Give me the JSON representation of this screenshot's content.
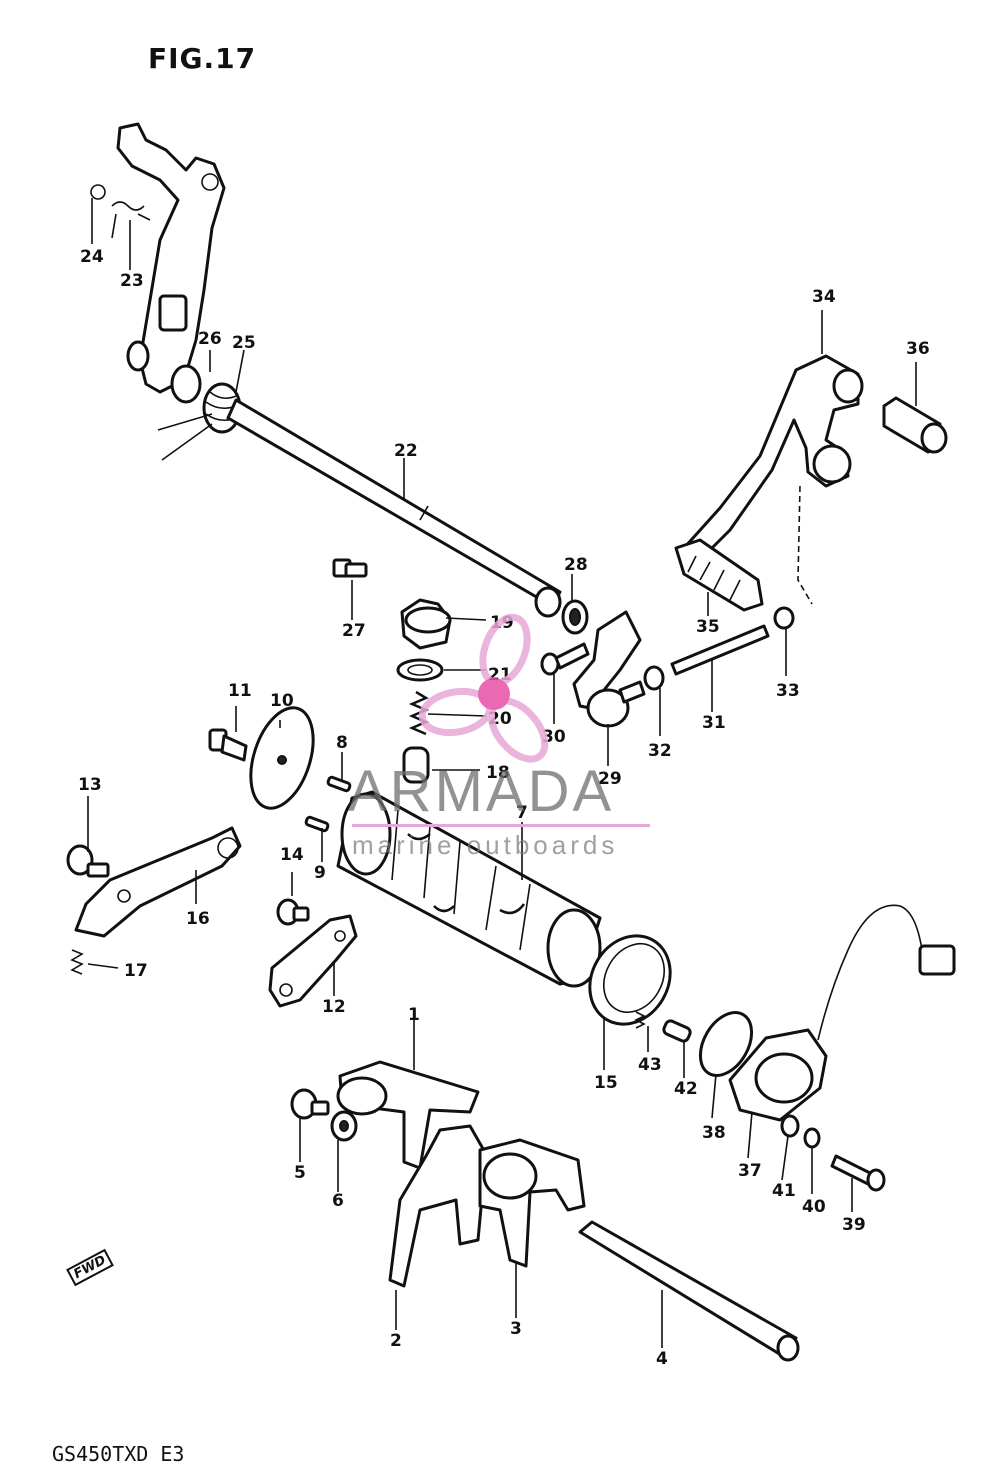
{
  "figure": {
    "title": "FIG.17",
    "model_code": "GS450TXD E3",
    "fwd_label": "FWD"
  },
  "watermark": {
    "brand": "ARMADA",
    "tagline": "marine outboards",
    "colors": {
      "logo": "#e7a8d6",
      "logo_center": "#e84fa6",
      "text": "#6e6e6e"
    }
  },
  "callouts": [
    "1",
    "2",
    "3",
    "4",
    "5",
    "6",
    "7",
    "8",
    "9",
    "10",
    "11",
    "12",
    "13",
    "14",
    "15",
    "16",
    "17",
    "18",
    "19",
    "20",
    "21",
    "22",
    "23",
    "24",
    "25",
    "26",
    "27",
    "28",
    "29",
    "30",
    "31",
    "32",
    "33",
    "34",
    "35",
    "36",
    "37",
    "38",
    "39",
    "40",
    "41",
    "42",
    "43"
  ]
}
